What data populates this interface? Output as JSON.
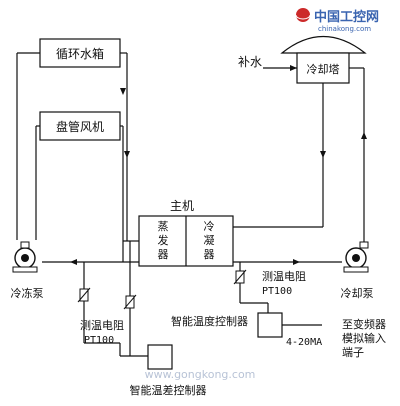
{
  "watermark": {
    "site_name": "中国工控网",
    "url": "chinakong.com",
    "bottom_url": "www.gongkong.com"
  },
  "labels": {
    "circulating_tank": "循环水箱",
    "coil_fan": "盘管风机",
    "makeup_water": "补水",
    "cooling_tower": "冷却塔",
    "host": "主机",
    "evaporator": "蒸发器",
    "condenser": "冷凝器",
    "chilled_pump": "冷冻泵",
    "cooling_pump": "冷却泵",
    "rtd_right_line1": "测温电阻",
    "rtd_right_line2": "PT100",
    "temp_controller": "智能温度控制器",
    "rtd_left_line1": "测温电阻",
    "rtd_left_line2": "PT100",
    "signal_range": "4-20MA",
    "inverter_line1": "至变频器",
    "inverter_line2": "模拟输入",
    "inverter_line3": "端子",
    "temp_diff_controller": "智能温差控制器"
  },
  "colors": {
    "line": "#111111",
    "watermark_red": "#cc2a2a",
    "watermark_blue": "#3a64b0"
  }
}
